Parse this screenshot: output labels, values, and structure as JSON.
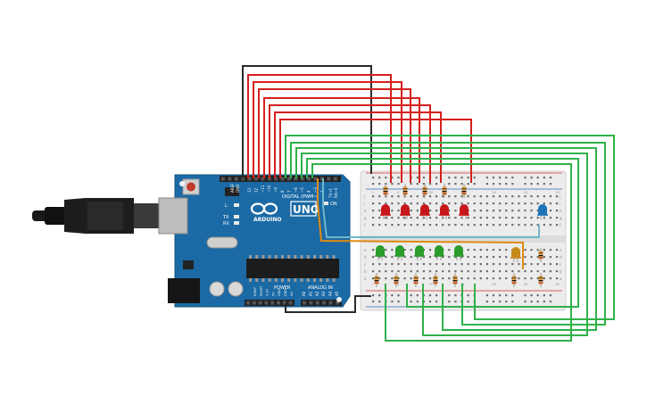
{
  "board": {
    "brand": "ARDUINO",
    "model": "UNO",
    "header_digital": "DIGITAL (PWM~)",
    "header_power": "POWER",
    "header_analog": "ANALOG IN",
    "label_tx": "TX",
    "label_rx": "RX",
    "label_on": "ON",
    "label_l": "L",
    "label_aref": "AREF",
    "label_gnd": "GND",
    "label_tx_pin": "TX→1",
    "label_rx_pin": "RX←0",
    "pin_labels_top": [
      "13",
      "12",
      "~11",
      "~10",
      "~9",
      "8",
      "7",
      "~6",
      "~5",
      "4",
      "~3",
      "2"
    ],
    "pin_labels_power": [
      "IOREF",
      "RESET",
      "3.3V",
      "5V",
      "GND",
      "GND",
      "Vin"
    ],
    "pin_labels_analog": [
      "A0",
      "A1",
      "A2",
      "A3",
      "A4",
      "A5"
    ],
    "colors": {
      "pcb": "#1b6aa5",
      "header": "#222222",
      "chip": "#1c1c1c",
      "usb": "#b7b7b7",
      "power_jack": "#1a1a1a"
    }
  },
  "breadboard": {
    "row_letters_top": [
      "j",
      "i",
      "h",
      "g",
      "f"
    ],
    "row_letters_bottom": [
      "e",
      "d",
      "c",
      "b",
      "a"
    ],
    "column_numbers": [
      "1",
      "5",
      "10",
      "15",
      "20",
      "25",
      "30"
    ],
    "colors": {
      "body": "#ececec",
      "rail_red": "#d0312d",
      "rail_blue": "#2a6db3"
    }
  },
  "components": {
    "red_leds": 5,
    "green_leds": 5,
    "extra_leds": [
      {
        "name": "yellow-led",
        "color": "#c98a1c"
      },
      {
        "name": "blue-led",
        "color": "#1e74b8"
      }
    ],
    "colors": {
      "red_led": "#c8171b",
      "green_led": "#2a9c2a",
      "resistor": "#d4a15a"
    }
  },
  "wires": {
    "colors": {
      "red": "#d5201e",
      "green": "#2fb14a",
      "black": "#2a2a2a",
      "orange": "#e08a12",
      "teal": "#6fb7c9"
    }
  }
}
